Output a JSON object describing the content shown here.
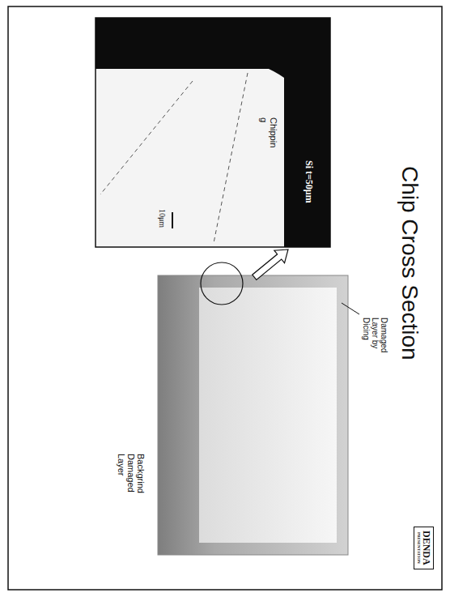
{
  "diagram": {
    "title": "Chip Cross Section",
    "nodes": [
      {
        "text": [
          "DENDA",
          "PRESENTATION"
        ]
      }
    ],
    "labels": [
      "Si t=50μm",
      "10μm",
      "Chippin g",
      "Damaged Layer by Dicing",
      "Backgrind Damaged Layer"
    ]
  }
}
